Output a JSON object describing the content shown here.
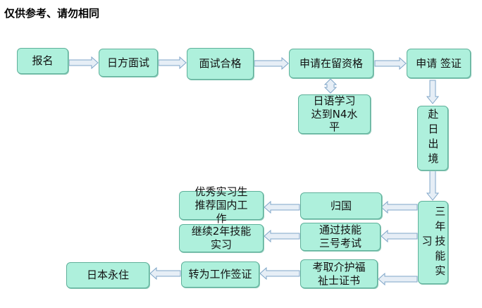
{
  "title": "仅供参考、请勿相同",
  "colors": {
    "box_fill": "#aef0dc",
    "box_border": "#5fb09a",
    "arrow_fill": "#e6eef6",
    "arrow_border": "#7fa6c8"
  },
  "nodes": {
    "signup": "报名",
    "japan_interview": "日方面试",
    "interview_pass": "面试合格",
    "apply_residence": "申请在留资格",
    "apply_visa": "申请 签证",
    "japanese_n4": "日语学习达到N4水平",
    "go_to_japan": "赴日出境",
    "three_year_training": "三年技能实习",
    "return_home": "归国",
    "excellent_trainee": "优秀实习生推荐国内工作",
    "skill_exam": "通过技能三号考试",
    "continue_training": "继续2年技能实习",
    "care_worker_exam": "考取介护福祉士证书",
    "work_visa": "转为工作签证",
    "permanent_residence": "日本永住"
  }
}
